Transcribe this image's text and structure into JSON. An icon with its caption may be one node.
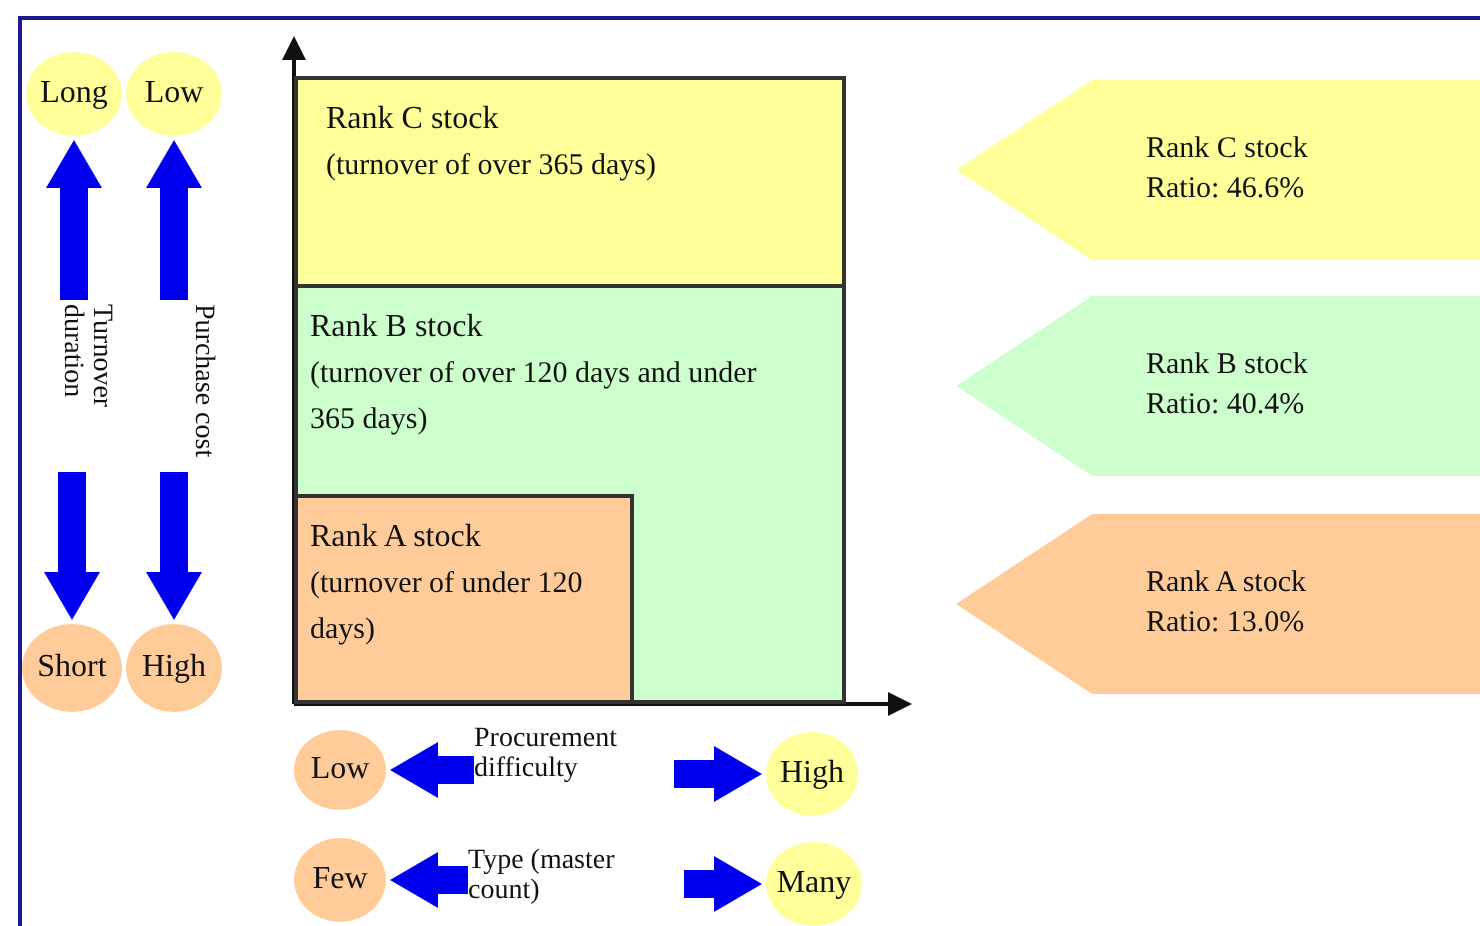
{
  "diagram": {
    "nodes": [
      {
        "text": [
          "Long"
        ]
      },
      {
        "text": [
          "Low"
        ]
      },
      {
        "text": [
          "Rank C stock",
          "(turnover of over 365 days)"
        ]
      },
      {
        "text": [
          "Rank C stock",
          "Ratio: 46.6%"
        ]
      },
      {
        "text": [
          "Turnover duration"
        ]
      },
      {
        "text": [
          "Purchase cost"
        ]
      },
      {
        "text": [
          "Rank B stock",
          "(turnover of over 120 days and under 365 days)"
        ]
      },
      {
        "text": [
          "Rank B stock",
          "Ratio: 40.4%"
        ]
      },
      {
        "text": [
          "Rank A stock",
          "(turnover of under 120 days)"
        ],
        "in": 6
      },
      {
        "text": [
          "Rank A stock",
          "Ratio: 13.0%"
        ]
      },
      {
        "text": [
          "Short"
        ]
      },
      {
        "text": [
          "High"
        ]
      },
      {
        "text": [
          "Low"
        ]
      },
      {
        "text": [
          "Procurement difficulty"
        ]
      },
      {
        "text": [
          "High"
        ]
      },
      {
        "text": [
          "Few"
        ]
      },
      {
        "text": [
          "Type (master count)"
        ]
      },
      {
        "text": [
          "Many"
        ]
      }
    ],
    "edges": [
      {
        "from": 4,
        "to": 0,
        "arrow": "to"
      },
      {
        "from": 4,
        "to": 10,
        "arrow": "to"
      },
      {
        "from": 5,
        "to": 1,
        "arrow": "to"
      },
      {
        "from": 5,
        "to": 11,
        "arrow": "to"
      },
      {
        "from": 13,
        "to": 12,
        "arrow": "to"
      },
      {
        "from": 13,
        "to": 14,
        "arrow": "to"
      },
      {
        "from": 16,
        "to": 15,
        "arrow": "to"
      },
      {
        "from": 16,
        "to": 17,
        "arrow": "to"
      }
    ]
  }
}
